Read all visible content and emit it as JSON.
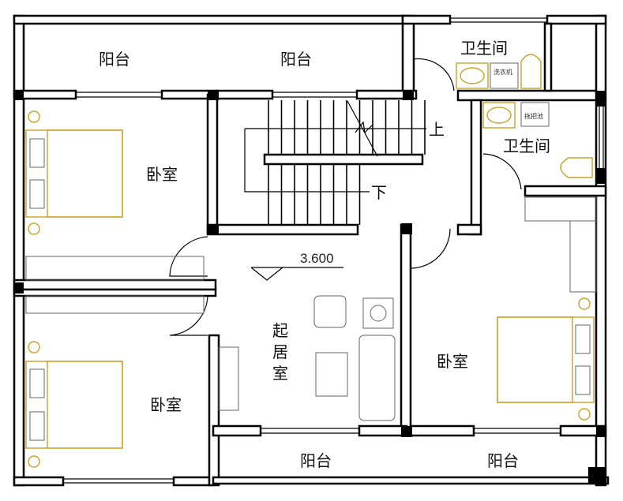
{
  "plan": {
    "rooms": {
      "balcony_top_left": "阳台",
      "balcony_top_mid": "阳台",
      "bathroom_upper": "卫生间",
      "bathroom_lower": "卫生间",
      "bedroom_top_left": "卧室",
      "bedroom_bottom_left": "卧室",
      "bedroom_right": "卧室",
      "living_room": [
        "起",
        "居",
        "室"
      ],
      "balcony_bottom_mid": "阳台",
      "balcony_bottom_right": "阳台"
    },
    "stair": {
      "up": "上",
      "down": "下"
    },
    "elevation": "3.600",
    "fixtures": {
      "washing_machine": "洗衣机",
      "mop_sink": "拖把池"
    },
    "colors": {
      "wall": "#000000",
      "furniture": "#c9a227",
      "fixture": "#666666"
    }
  }
}
